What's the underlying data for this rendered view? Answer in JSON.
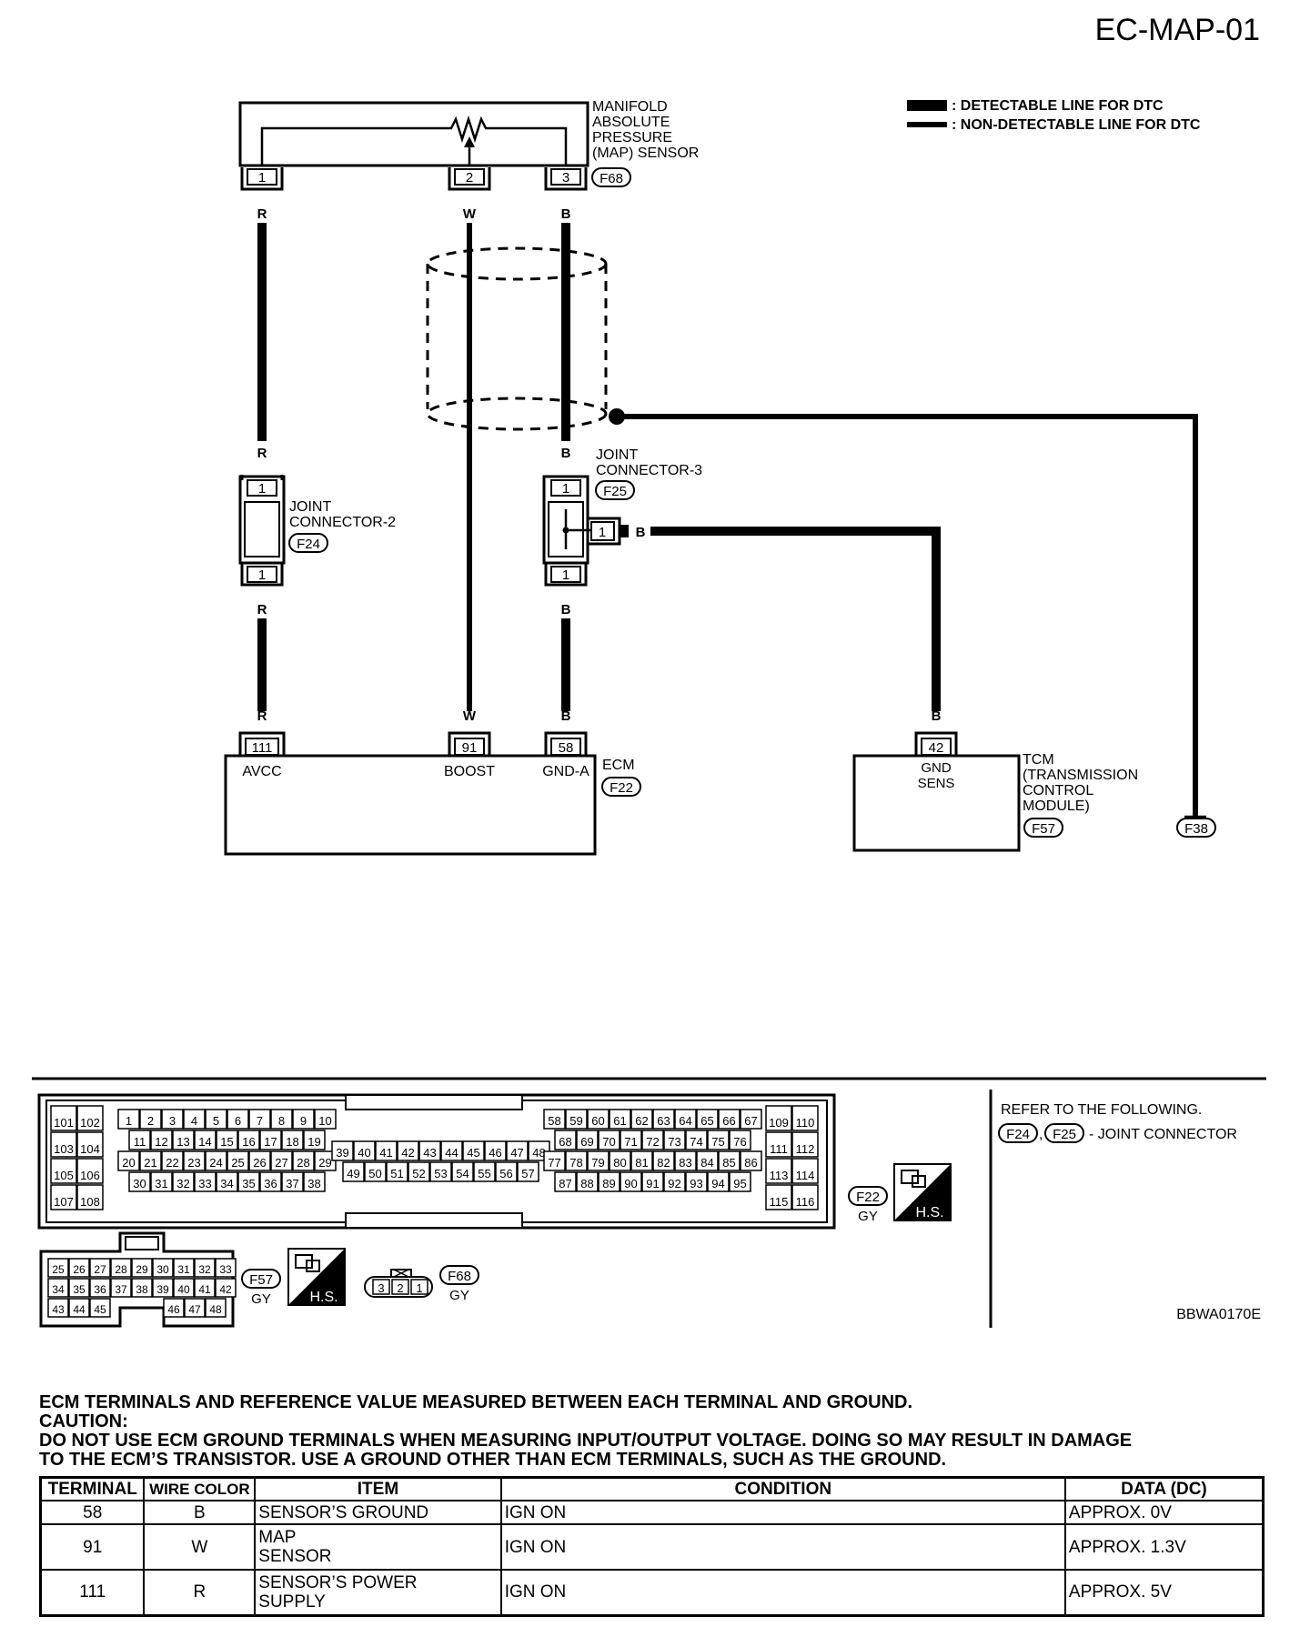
{
  "page_id": "EC-MAP-01",
  "figure_id": "BBWA0170E",
  "legend": {
    "detectable": ": DETECTABLE LINE FOR DTC",
    "non_detectable": ": NON-DETECTABLE LINE FOR DTC"
  },
  "map_sensor": {
    "name_lines": [
      "MANIFOLD",
      "ABSOLUTE",
      "PRESSURE",
      "(MAP) SENSOR"
    ],
    "connector": "F68",
    "pins": [
      "1",
      "2",
      "3"
    ]
  },
  "wires": {
    "r": "R",
    "w": "W",
    "b": "B"
  },
  "joint_connector_2": {
    "name_lines": [
      "JOINT",
      "CONNECTOR-2"
    ],
    "connector": "F24",
    "pin": "1"
  },
  "joint_connector_3": {
    "name_lines": [
      "JOINT",
      "CONNECTOR-3"
    ],
    "connector": "F25",
    "pin": "1"
  },
  "ecm": {
    "name": "ECM",
    "connector": "F22",
    "terminals": [
      {
        "pin": "111",
        "label": "AVCC"
      },
      {
        "pin": "91",
        "label": "BOOST"
      },
      {
        "pin": "58",
        "label": "GND-A"
      }
    ]
  },
  "tcm": {
    "name_lines": [
      "TCM",
      "(TRANSMISSION",
      "CONTROL",
      "MODULE)"
    ],
    "connector": "F57",
    "pin": "42",
    "terminal_lines": [
      "GND",
      "SENS"
    ]
  },
  "ground": {
    "connector": "F38"
  },
  "connector_views": {
    "ecm_connector": "F22",
    "ecm_color": "GY",
    "tcm_connector": "F57",
    "tcm_color": "GY",
    "map_connector": "F68",
    "map_color": "GY",
    "hs_label": "H.S.",
    "ecm_left_rows": [
      [
        "101",
        "102"
      ],
      [
        "103",
        "104"
      ],
      [
        "105",
        "106"
      ],
      [
        "107",
        "108"
      ]
    ],
    "ecm_block1_rows": [
      [
        "1",
        "2",
        "3",
        "4",
        "5",
        "6",
        "7",
        "8",
        "9",
        "10"
      ],
      [
        "11",
        "12",
        "13",
        "14",
        "15",
        "16",
        "17",
        "18",
        "19"
      ],
      [
        "20",
        "21",
        "22",
        "23",
        "24",
        "25",
        "26",
        "27",
        "28",
        "29"
      ],
      [
        "30",
        "31",
        "32",
        "33",
        "34",
        "35",
        "36",
        "37",
        "38"
      ]
    ],
    "ecm_block2_rows": [
      [
        "39",
        "40",
        "41",
        "42",
        "43",
        "44",
        "45",
        "46",
        "47",
        "48"
      ],
      [
        "49",
        "50",
        "51",
        "52",
        "53",
        "54",
        "55",
        "56",
        "57"
      ]
    ],
    "ecm_block3_rows": [
      [
        "58",
        "59",
        "60",
        "61",
        "62",
        "63",
        "64",
        "65",
        "66",
        "67"
      ],
      [
        "68",
        "69",
        "70",
        "71",
        "72",
        "73",
        "74",
        "75",
        "76"
      ],
      [
        "77",
        "78",
        "79",
        "80",
        "81",
        "82",
        "83",
        "84",
        "85",
        "86"
      ],
      [
        "87",
        "88",
        "89",
        "90",
        "91",
        "92",
        "93",
        "94",
        "95"
      ]
    ],
    "ecm_right_rows": [
      [
        "109",
        "110"
      ],
      [
        "111",
        "112"
      ],
      [
        "113",
        "114"
      ],
      [
        "115",
        "116"
      ]
    ],
    "tcm_rows": [
      [
        "25",
        "26",
        "27",
        "28",
        "29",
        "30",
        "31",
        "32",
        "33"
      ],
      [
        "34",
        "35",
        "36",
        "37",
        "38",
        "39",
        "40",
        "41",
        "42"
      ],
      [
        "43",
        "44",
        "45",
        "46",
        "47",
        "48"
      ]
    ],
    "map_pins": [
      "3",
      "2",
      "1"
    ]
  },
  "refer": {
    "title": "REFER TO THE FOLLOWING.",
    "connectors": [
      "F24",
      "F25"
    ],
    "comma": ",",
    "suffix": "- JOINT CONNECTOR"
  },
  "notes": {
    "heading": "ECM TERMINALS AND REFERENCE VALUE MEASURED BETWEEN EACH TERMINAL AND GROUND.",
    "caution_title": "CAUTION:",
    "caution_line1": "DO NOT USE ECM GROUND TERMINALS WHEN MEASURING INPUT/OUTPUT VOLTAGE. DOING SO MAY RESULT IN DAMAGE",
    "caution_line2": "TO THE ECM’S TRANSISTOR. USE A GROUND OTHER THAN ECM TERMINALS, SUCH AS THE GROUND."
  },
  "table": {
    "headers": [
      "TERMINAL",
      "WIRE COLOR",
      "ITEM",
      "CONDITION",
      "DATA (DC)"
    ],
    "rows": [
      {
        "terminal": "58",
        "wire": "B",
        "item_lines": [
          "SENSOR’S GROUND"
        ],
        "condition": "IGN ON",
        "data": "APPROX. 0V"
      },
      {
        "terminal": "91",
        "wire": "W",
        "item_lines": [
          "MAP",
          "SENSOR"
        ],
        "condition": "IGN ON",
        "data": "APPROX. 1.3V"
      },
      {
        "terminal": "111",
        "wire": "R",
        "item_lines": [
          "SENSOR’S POWER",
          "SUPPLY"
        ],
        "condition": "IGN ON",
        "data": "APPROX. 5V"
      }
    ]
  }
}
